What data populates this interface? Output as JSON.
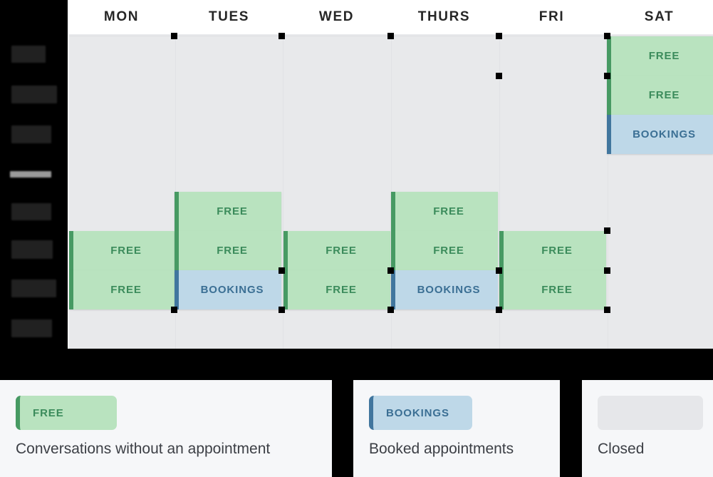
{
  "colors": {
    "free_fill": "#b9e3bf",
    "free_border": "#479a63",
    "free_text": "#3b8b5b",
    "bookings_fill": "#bed8e8",
    "bookings_border": "#41769e",
    "bookings_text": "#3b6f94",
    "closed_fill": "#e6e7ea",
    "grid_background": "#e8e9eb",
    "header_background": "#ffffff",
    "legend_card_background": "#f6f7f9",
    "page_background": "#000000",
    "day_label": "#262626"
  },
  "calendar": {
    "days": [
      {
        "label": "MON"
      },
      {
        "label": "TUES"
      },
      {
        "label": "WED"
      },
      {
        "label": "THURS"
      },
      {
        "label": "FRI"
      },
      {
        "label": "SAT"
      }
    ],
    "events": [
      {
        "day": "SAT",
        "row": 1,
        "type": "free",
        "label": "FREE"
      },
      {
        "day": "SAT",
        "row": 2,
        "type": "free",
        "label": "FREE"
      },
      {
        "day": "SAT",
        "row": 3,
        "type": "bookings",
        "label": "BOOKINGS"
      },
      {
        "day": "TUES",
        "row": 5,
        "type": "free",
        "label": "FREE"
      },
      {
        "day": "THURS",
        "row": 5,
        "type": "free",
        "label": "FREE"
      },
      {
        "day": "MON",
        "row": 6,
        "type": "free",
        "label": "FREE"
      },
      {
        "day": "TUES",
        "row": 6,
        "type": "free",
        "label": "FREE"
      },
      {
        "day": "WED",
        "row": 6,
        "type": "free",
        "label": "FREE"
      },
      {
        "day": "THURS",
        "row": 6,
        "type": "free",
        "label": "FREE"
      },
      {
        "day": "FRI",
        "row": 6,
        "type": "free",
        "label": "FREE"
      },
      {
        "day": "MON",
        "row": 7,
        "type": "free",
        "label": "FREE"
      },
      {
        "day": "TUES",
        "row": 7,
        "type": "bookings",
        "label": "BOOKINGS"
      },
      {
        "day": "WED",
        "row": 7,
        "type": "free",
        "label": "FREE"
      },
      {
        "day": "THURS",
        "row": 7,
        "type": "bookings",
        "label": "BOOKINGS"
      },
      {
        "day": "FRI",
        "row": 7,
        "type": "free",
        "label": "FREE"
      }
    ]
  },
  "legend": {
    "items": [
      {
        "swatch_label": "FREE",
        "description": "Conversations without an appointment"
      },
      {
        "swatch_label": "BOOKINGS",
        "description": "Booked appointments"
      },
      {
        "swatch_label": "",
        "description": "Closed"
      }
    ]
  }
}
